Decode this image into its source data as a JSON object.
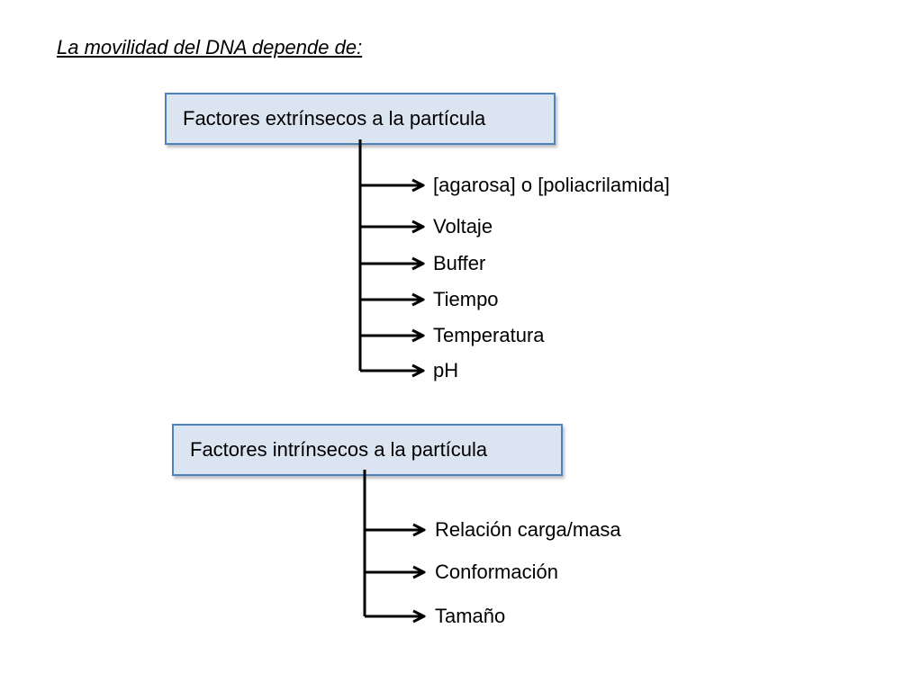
{
  "heading": "La movilidad del DNA depende de:",
  "colors": {
    "box_fill": "#dbe5f1",
    "box_border": "#4f81bd",
    "connector": "#000000"
  },
  "groups": [
    {
      "title": "Factores extrínsecos a la partícula",
      "items": [
        "[agarosa] o [poliacrilamida]",
        "Voltaje",
        "Buffer",
        "Tiempo",
        "Temperatura",
        "pH"
      ]
    },
    {
      "title": "Factores intrínsecos a la partícula",
      "items": [
        "Relación carga/masa",
        "Conformación",
        "Tamaño"
      ]
    }
  ]
}
